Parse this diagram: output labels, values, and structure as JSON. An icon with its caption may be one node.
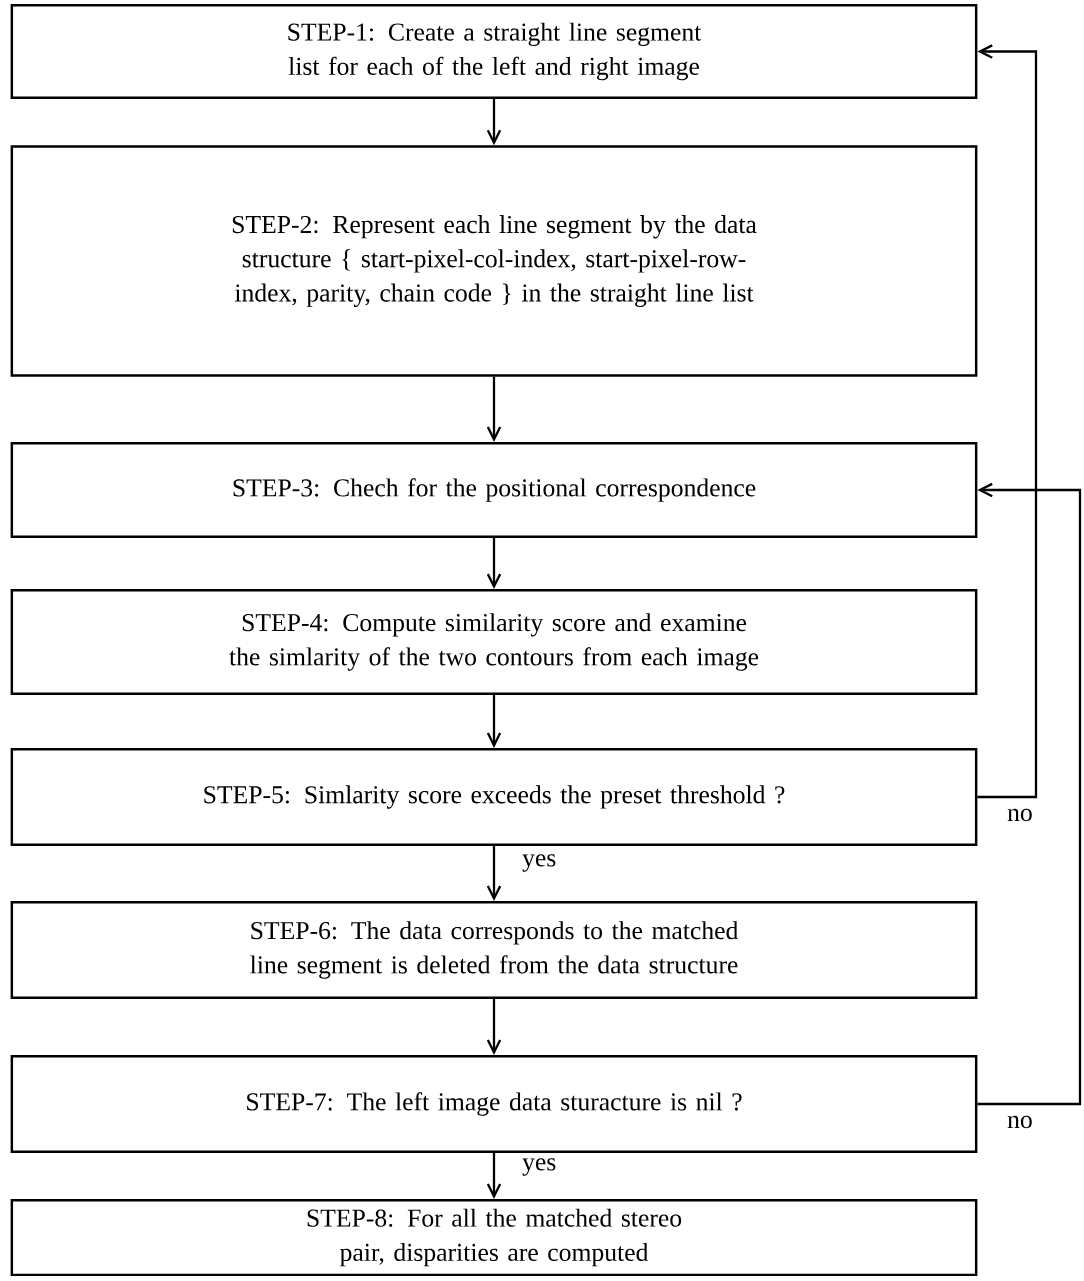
{
  "diagram": {
    "nodes": [
      {
        "text": [
          "STEP-1: Create a straight line segment list for each of the left and right image"
        ]
      },
      {
        "text": [
          "STEP-2: Represent each line segment by the data structure { start-pixel-col-index, start-pixel-row-index, parity, chain code } in the straight line list"
        ]
      },
      {
        "text": [
          "STEP-3: Chech for the positional correspondence"
        ]
      },
      {
        "text": [
          "STEP-4: Compute similarity score and examine the simlarity of the two contours from each image"
        ]
      },
      {
        "text": [
          "STEP-5: Simlarity score exceeds the preset threshold ?"
        ]
      },
      {
        "text": [
          "STEP-6: The data corresponds to the matched line segment is deleted from the data structure"
        ]
      },
      {
        "text": [
          "STEP-7: The left image data sturacture is nil ?"
        ]
      },
      {
        "text": [
          "STEP-8: For all the matched stereo pair, disparities are computed"
        ]
      }
    ],
    "edges": [
      {
        "from": 0,
        "to": 1,
        "arrow": "to"
      },
      {
        "from": 1,
        "to": 2,
        "arrow": "to"
      },
      {
        "from": 2,
        "to": 3,
        "arrow": "to"
      },
      {
        "from": 3,
        "to": 4,
        "arrow": "to"
      },
      {
        "from": 4,
        "to": 0,
        "arrow": "to",
        "label": "no"
      },
      {
        "from": 4,
        "to": 5,
        "arrow": "to",
        "label": "yes"
      },
      {
        "from": 5,
        "to": 6,
        "arrow": "to"
      },
      {
        "from": 6,
        "to": 2,
        "arrow": "to",
        "label": "no"
      },
      {
        "from": 6,
        "to": 7,
        "arrow": "to",
        "label": "yes"
      }
    ]
  }
}
